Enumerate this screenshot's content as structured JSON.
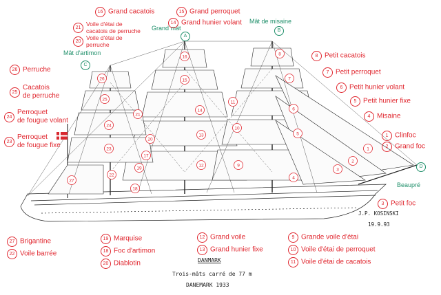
{
  "labels_right": [
    {
      "num": "16",
      "text": "Grand cacatois"
    },
    {
      "num": "15",
      "text": "Grand perroquet"
    },
    {
      "num": "14",
      "text": "Grand hunier volant"
    },
    {
      "num": "8",
      "text": "Petit cacatois"
    },
    {
      "num": "7",
      "text": "Petit perroquet"
    },
    {
      "num": "6",
      "text": "Petit hunier volant"
    },
    {
      "num": "5",
      "text": "Petit hunier fixe"
    },
    {
      "num": "4",
      "text": "Misaine"
    },
    {
      "num": "1",
      "text": "Clinfoc"
    },
    {
      "num": "2",
      "text": "Grand foc"
    },
    {
      "num": "3",
      "text": "Petit foc"
    }
  ],
  "labels_top_small": [
    {
      "num": "21",
      "line1": "Voile d'étai de",
      "line2": "cacatois de perruche"
    },
    {
      "num": "20",
      "line1": "Voile d'étai de",
      "line2": "perruche"
    }
  ],
  "labels_left": [
    {
      "num": "26",
      "line1": "Perruche",
      "line2": ""
    },
    {
      "num": "25",
      "line1": "Cacatois",
      "line2": "de perruche"
    },
    {
      "num": "24",
      "line1": "Perroquet",
      "line2": "de fougue volant"
    },
    {
      "num": "23",
      "line1": "Perroquet",
      "line2": "de fougue fixe"
    }
  ],
  "labels_bottom": [
    {
      "num": "27",
      "text": "Brigantine"
    },
    {
      "num": "22",
      "text": "Voile barrée"
    },
    {
      "num": "19",
      "text": "Marquise"
    },
    {
      "num": "18",
      "text": "Foc d'artimon"
    },
    {
      "num": "20",
      "text": "Diablotin"
    },
    {
      "num": "12",
      "text": "Grand voile"
    },
    {
      "num": "13",
      "text": "Grand hunier fixe"
    },
    {
      "num": "9",
      "text": "Grande voile d'étai"
    },
    {
      "num": "10",
      "text": "Voile d'étai de perroquet"
    },
    {
      "num": "11",
      "text": "Voile d'étai de cacatois"
    }
  ],
  "masts": {
    "grand_mat": "Grand mât",
    "grand_mat_code": "A",
    "mat_de_misaine": "Mât de misaine",
    "mat_de_misaine_code": "B",
    "mat_artimon": "Mât d'artimon",
    "mat_artimon_code": "C",
    "beaupre": "Beaupré",
    "beaupre_code": "D"
  },
  "sail_numbers": [
    "16",
    "15",
    "14",
    "13",
    "12",
    "8",
    "7",
    "6",
    "5",
    "4",
    "26",
    "25",
    "24",
    "23",
    "27",
    "22",
    "21",
    "20",
    "19",
    "18",
    "17",
    "11",
    "10",
    "9",
    "3",
    "2",
    "1"
  ],
  "signature": {
    "author": "J.P. KOSINSKI",
    "date": "19.9.93"
  },
  "caption": {
    "title": "DANMARK",
    "subtitle": "Trois-mâts carré de 77 m",
    "footer": "DANEMARK      1933"
  },
  "colors": {
    "label": "#e0262e",
    "mast": "#1f8f6a",
    "ink": "#222222"
  }
}
